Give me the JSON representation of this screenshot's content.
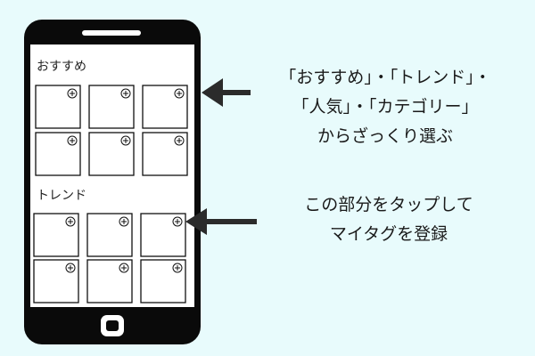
{
  "phone": {
    "sections": [
      {
        "title": "おすすめ",
        "tile_rows": 2,
        "tile_cols": 3
      },
      {
        "title": "トレンド",
        "tile_rows": 2,
        "tile_cols": 3
      }
    ],
    "add_icon": "plus-circle-icon"
  },
  "callouts": [
    {
      "lines": [
        "「おすすめ」・「トレンド」・",
        "「人気」・「カテゴリー」",
        "からざっくり選ぶ"
      ]
    },
    {
      "lines": [
        "この部分をタップして",
        "マイタグを登録"
      ]
    }
  ],
  "colors": {
    "background": "#e8fbfc",
    "phone_body": "#0a0a0a",
    "screen": "#ffffff",
    "arrow": "#2b2b2b"
  }
}
